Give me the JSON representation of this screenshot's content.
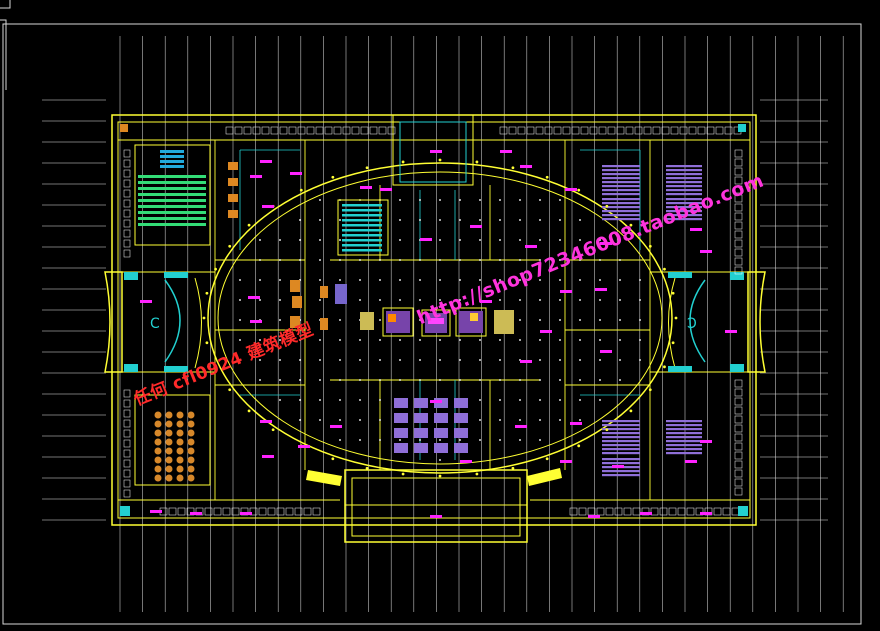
{
  "viewer": {
    "background": "#000000",
    "frame_color": "#d8d8d8",
    "layer_colors": {
      "wall": "#ffff33",
      "grid": "#e8e8e8",
      "cyan": "#22d0d0",
      "magenta": "#ff22ff",
      "green": "#33dd77",
      "white": "#ffffff"
    }
  },
  "watermarks": {
    "red_text": "任何  cfl0924  建筑模型",
    "red_color": "#ff2a2a",
    "pink_text": "http://shop72346008.taobao.com",
    "pink_color": "#ff33dd"
  },
  "drawing": {
    "type": "floor-plan",
    "content": "stadium-like oval hall with seating blocks"
  }
}
